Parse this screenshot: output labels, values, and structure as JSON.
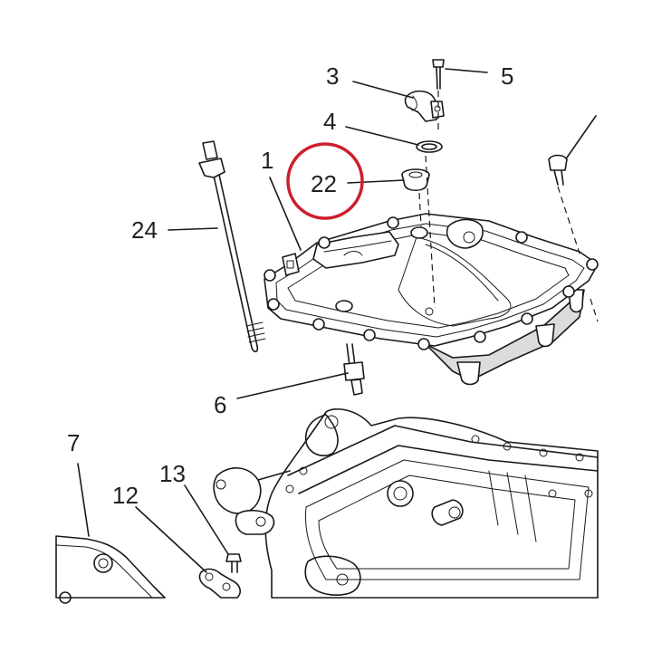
{
  "diagram": {
    "type": "exploded-parts-view",
    "highlight_color": "#cc1f2d",
    "highlighted_part": "22",
    "callouts": [
      {
        "id": "c1",
        "label": "1"
      },
      {
        "id": "c3",
        "label": "3"
      },
      {
        "id": "c4",
        "label": "4"
      },
      {
        "id": "c5",
        "label": "5"
      },
      {
        "id": "c6",
        "label": "6"
      },
      {
        "id": "c7",
        "label": "7"
      },
      {
        "id": "c12",
        "label": "12"
      },
      {
        "id": "c13",
        "label": "13"
      },
      {
        "id": "c22",
        "label": "22"
      },
      {
        "id": "c24",
        "label": "24"
      }
    ]
  }
}
